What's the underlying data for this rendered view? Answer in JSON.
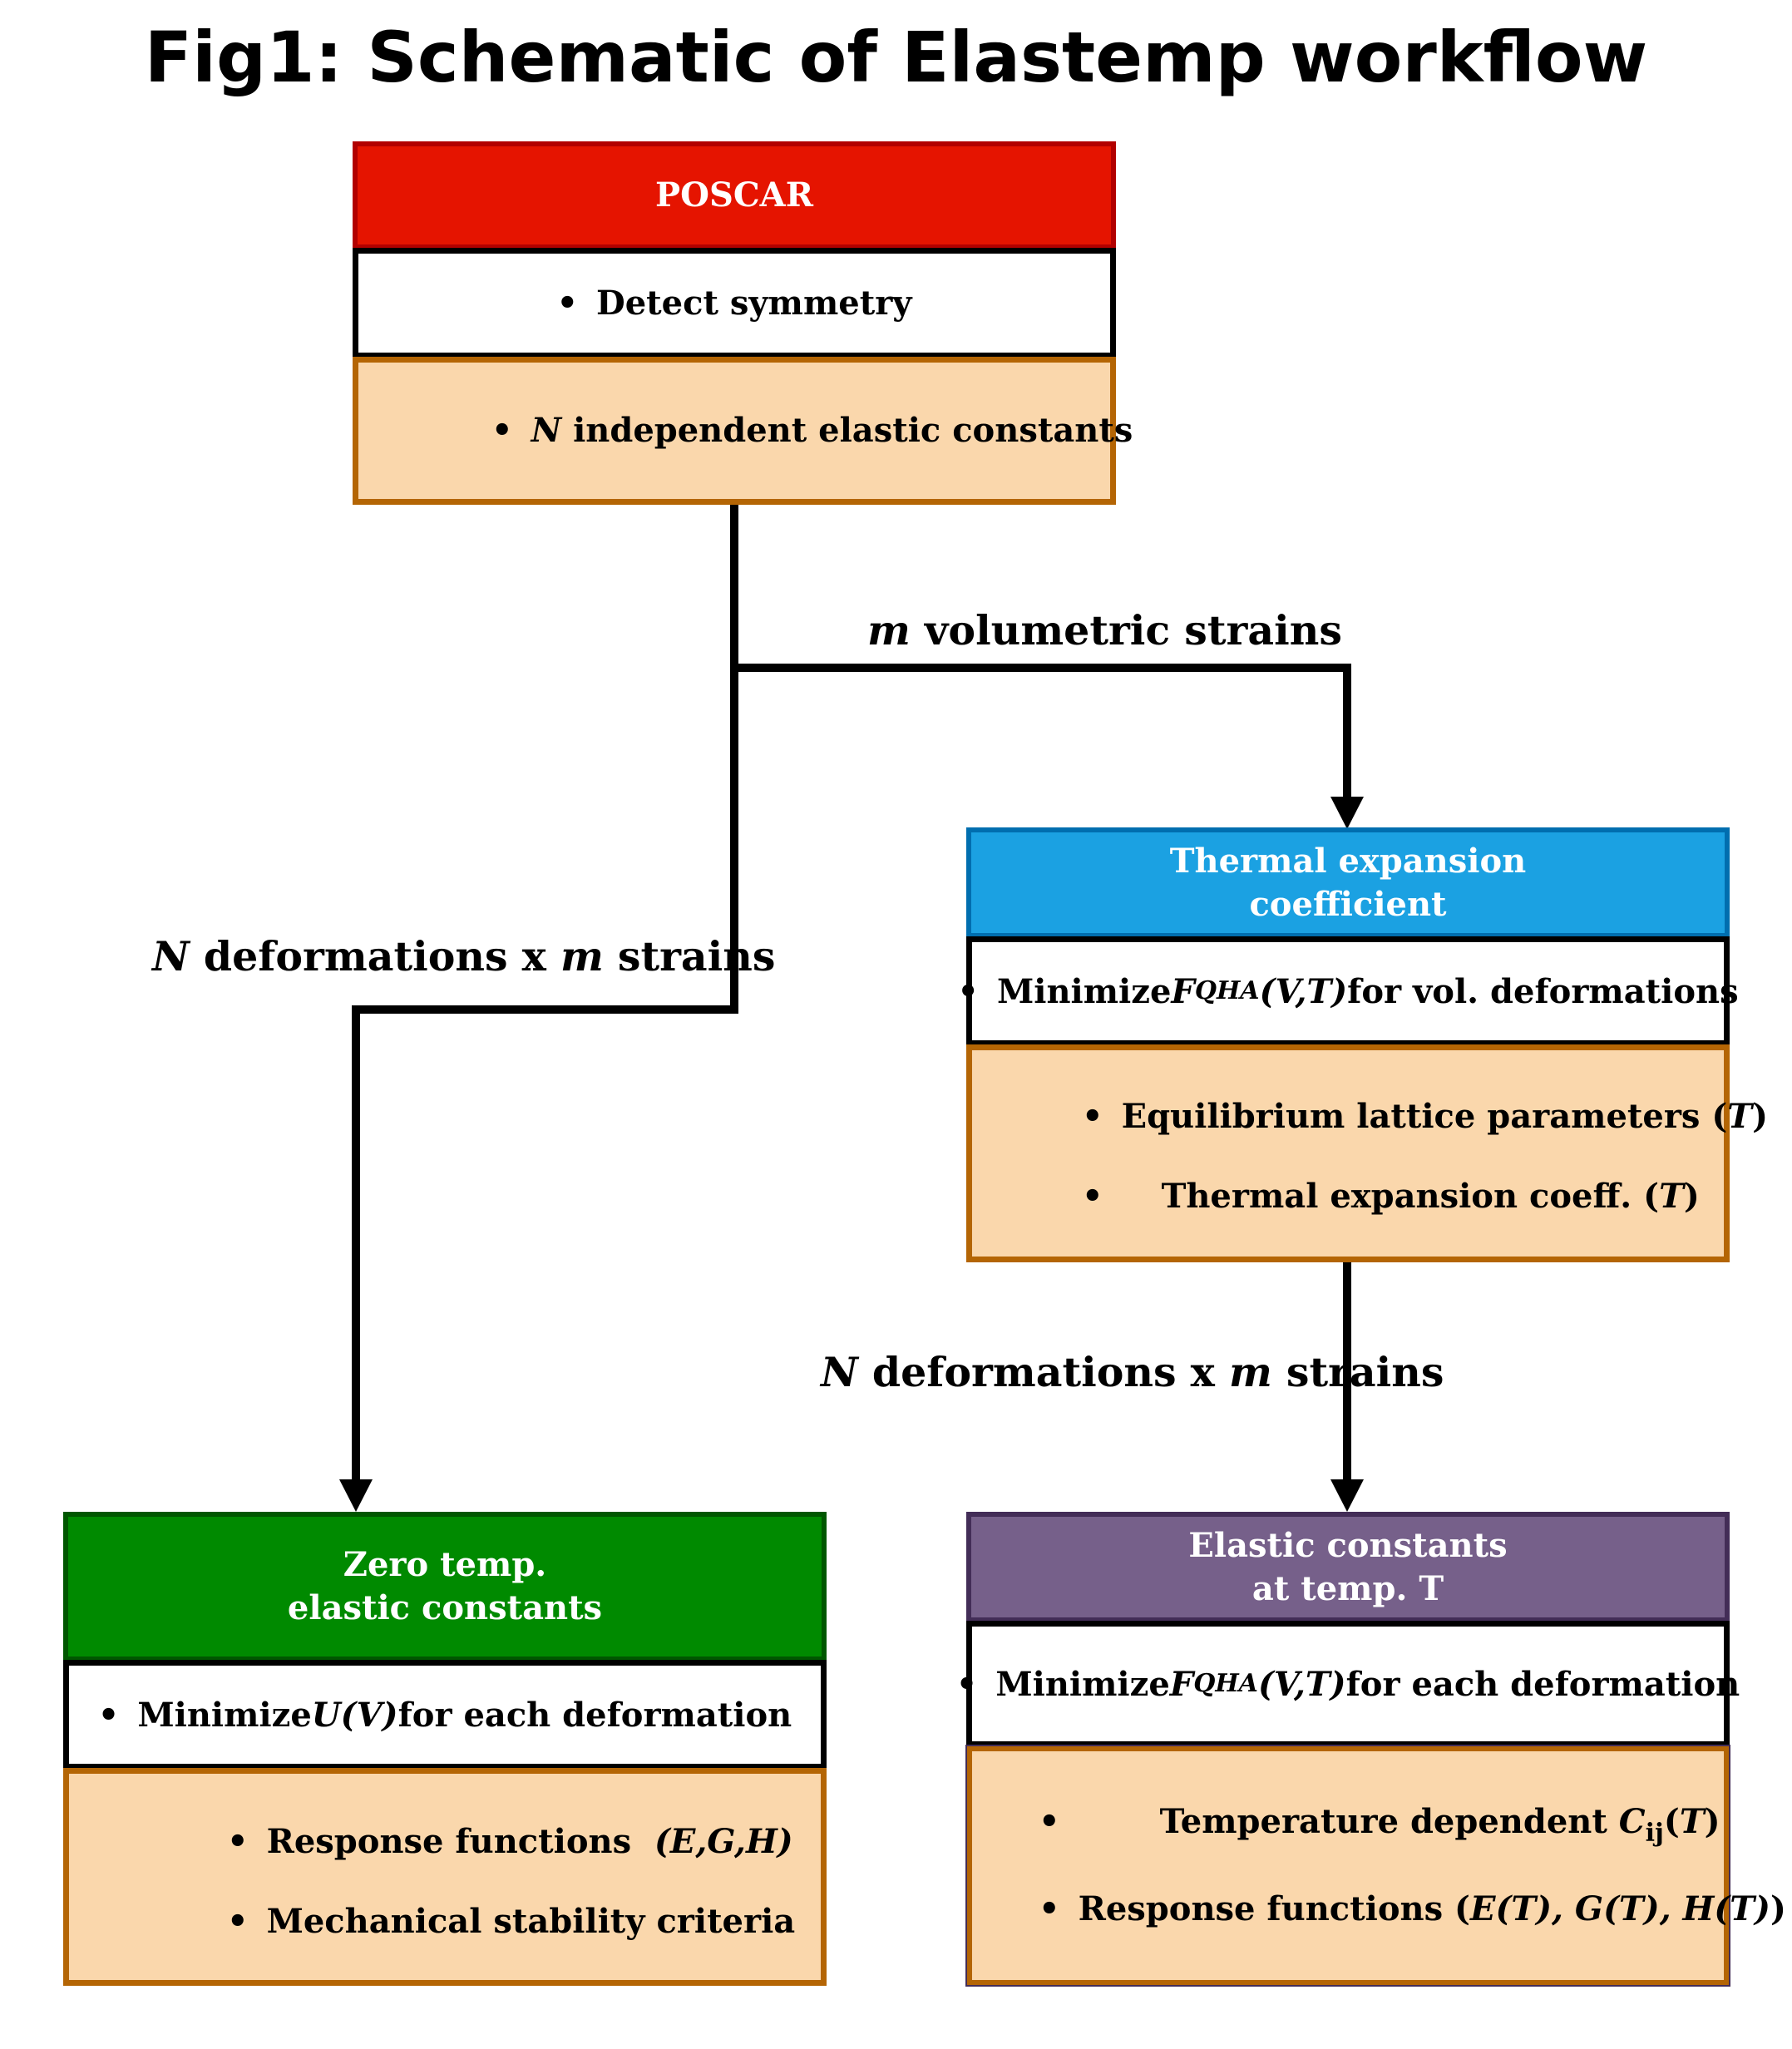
{
  "title": "Fig1: Schematic of Elastemp workflow",
  "edge_labels": {
    "vol_strains": {
      "italic": "m",
      "rest": " volumetric strains"
    },
    "left_deform": {
      "i1": "N",
      "t1": " deformations x ",
      "i2": "m",
      "t2": " strains"
    },
    "right_deform": {
      "i1": "N",
      "t1": " deformations x ",
      "i2": "m",
      "t2": " strains"
    }
  },
  "poscar": {
    "header": "POSCAR",
    "header_color": "#e51400",
    "step": "Detect symmetry",
    "output": {
      "italic": "N",
      "rest": " independent elastic constants"
    }
  },
  "thermal": {
    "header_line1": "Thermal expansion",
    "header_line2": "coefficient",
    "header_color": "#1ba1e2",
    "step": {
      "pre": "Minimize ",
      "F": "F",
      "sub": "QHA",
      "args": "(V,T)",
      "post": " for vol. deformations"
    },
    "out1": {
      "pre": "Equilibrium lattice parameters (",
      "T": "T",
      "post": ")"
    },
    "out2": {
      "pre": "Thermal expansion coeff. (",
      "T": "T",
      "post": ")"
    }
  },
  "zero": {
    "header_line1": "Zero temp.",
    "header_line2": "elastic constants",
    "header_color": "#008a00",
    "step": {
      "pre": "Minimize ",
      "U": "U(V)",
      "post": " for each deformation"
    },
    "out1": {
      "pre": "Response functions  ",
      "it": "(E,G,H)"
    },
    "out2": "Mechanical stability criteria"
  },
  "elastic_t": {
    "header_line1": "Elastic constants",
    "header_line2": "at temp. T",
    "header_color": "#76608a",
    "step": {
      "pre": "Minimize ",
      "F": "F",
      "sub": "QHA",
      "args": "(V,T)",
      "post": " for each deformation"
    },
    "out1": {
      "pre": "Temperature dependent ",
      "C": "C",
      "sub": "ij",
      "open": "(",
      "T": "T",
      "close": ")"
    },
    "out2": {
      "pre": "Response functions (",
      "it": "E(T), G(T), H(T)",
      "post": ")"
    }
  }
}
